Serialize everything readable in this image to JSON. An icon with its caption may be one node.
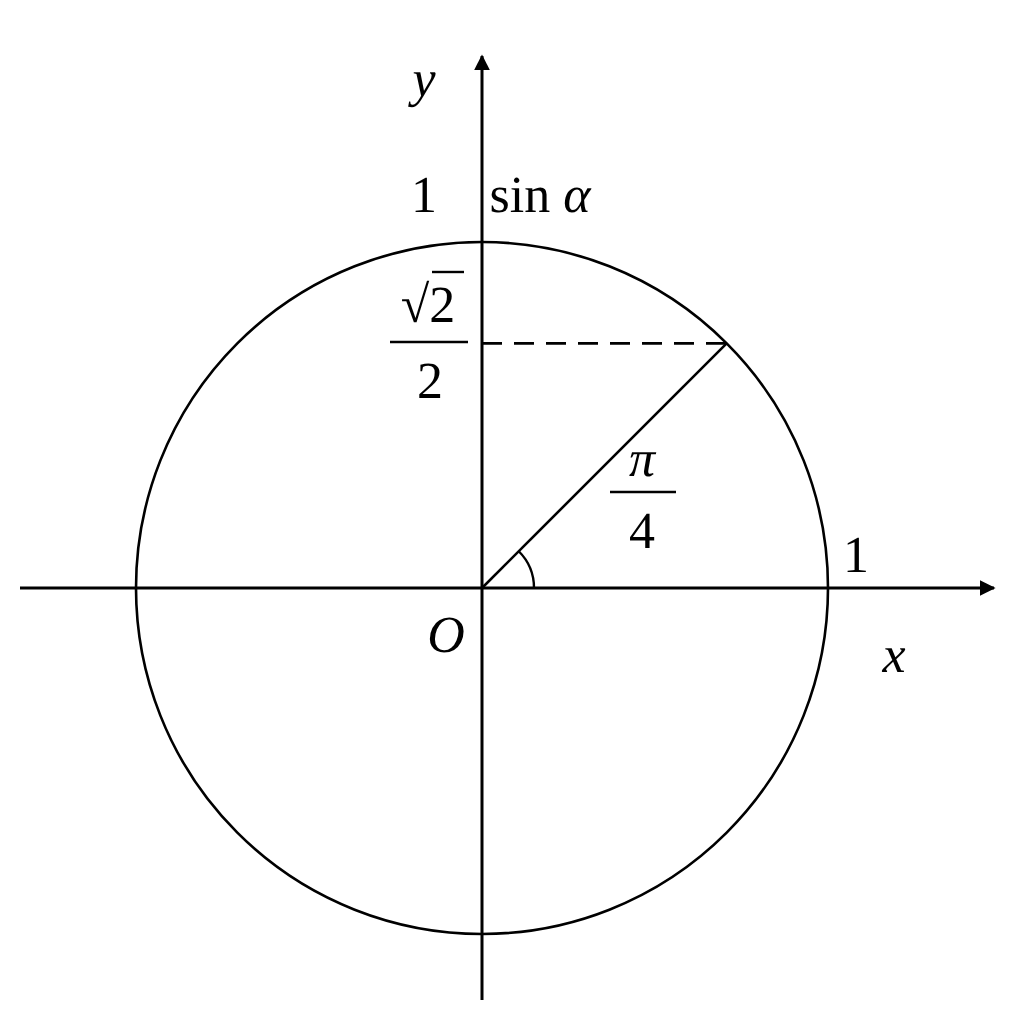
{
  "diagram": {
    "labels": [
      "*y*",
      "1",
      "sin *α*",
      "√2",
      "2",
      "*π*",
      "4",
      "1",
      "*O*",
      "*x*"
    ]
  }
}
